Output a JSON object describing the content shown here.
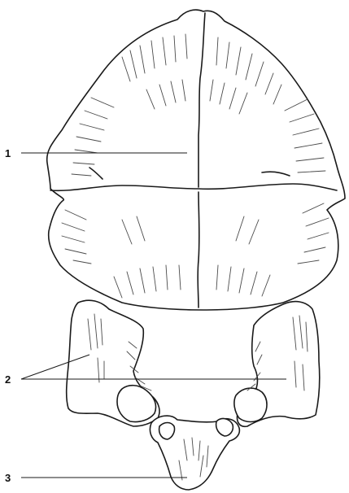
{
  "labels": [
    {
      "id": "1",
      "text": "1"
    },
    {
      "id": "2",
      "text": "2"
    },
    {
      "id": "3",
      "text": "3"
    }
  ],
  "colors": {
    "line": "#1a1a1a",
    "hatch": "#4a4a4a",
    "background": "#ffffff"
  }
}
